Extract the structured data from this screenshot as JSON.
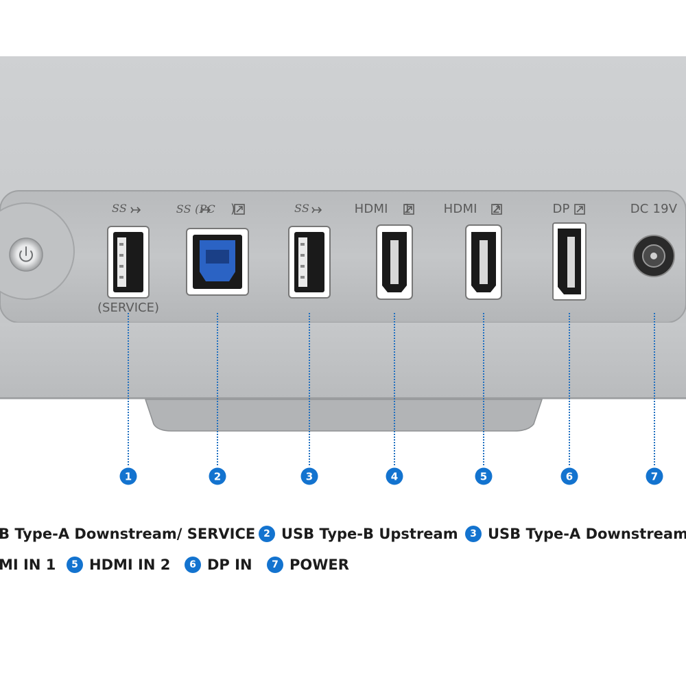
{
  "port_labels": {
    "p1": "SS",
    "p2": "SS (PC",
    "p3": "SS",
    "p4": "HDMI",
    "p4_num": "1",
    "p5": "HDMI",
    "p5_num": "2",
    "p6": "DP",
    "p7": "DC 19V"
  },
  "service_label": "(SERVICE)",
  "badges": [
    "1",
    "2",
    "3",
    "4",
    "5",
    "6",
    "7"
  ],
  "legend": {
    "row1": [
      {
        "num": "",
        "text": "B Type-A Downstream/ SERVICE"
      },
      {
        "num": "2",
        "text": "USB Type-B Upstream"
      },
      {
        "num": "3",
        "text": "USB Type-A Downstream"
      }
    ],
    "row2": [
      {
        "num": "",
        "text": "MI IN 1"
      },
      {
        "num": "5",
        "text": "HDMI IN 2"
      },
      {
        "num": "6",
        "text": "DP IN"
      },
      {
        "num": "7",
        "text": "POWER"
      }
    ]
  },
  "colors": {
    "accent": "#1373cf",
    "panel": "#c9cbcd",
    "panel_dark": "#a9abad",
    "usb_b_blue": "#2b63c4"
  }
}
